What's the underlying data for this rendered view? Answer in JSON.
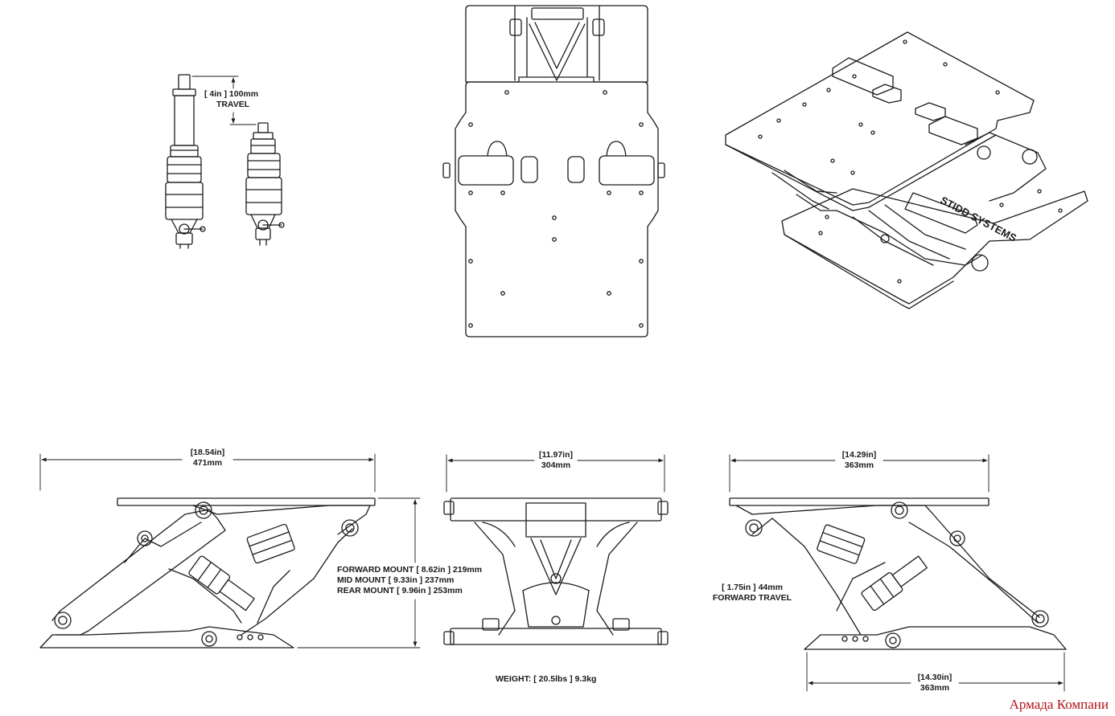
{
  "travel": {
    "line1": "[ 4in ] 100mm",
    "line2": "TRAVEL"
  },
  "side_view": {
    "width_in": "[18.54in]",
    "width_mm": "471mm"
  },
  "mount_heights": {
    "forward": "FORWARD MOUNT [ 8.62in ] 219mm",
    "mid": "MID MOUNT [ 9.33in ] 237mm",
    "rear": "REAR MOUNT [ 9.96in ] 253mm"
  },
  "front_view": {
    "width_in": "[11.97in]",
    "width_mm": "304mm"
  },
  "weight": "WEIGHT: [ 20.5lbs ] 9.3kg",
  "rear_view": {
    "top_width_in": "[14.29in]",
    "top_width_mm": "363mm",
    "bottom_width_in": "[14.30in]",
    "bottom_width_mm": "363mm"
  },
  "forward_travel": {
    "line1": "[ 1.75in ] 44mm",
    "line2": "FORWARD TRAVEL"
  },
  "iso_view": {
    "brand_text": "STIDD SYSTEMS"
  },
  "watermark": "Армада Компани",
  "colors": {
    "line": "#1a1a1a",
    "watermark": "#b3121a"
  }
}
